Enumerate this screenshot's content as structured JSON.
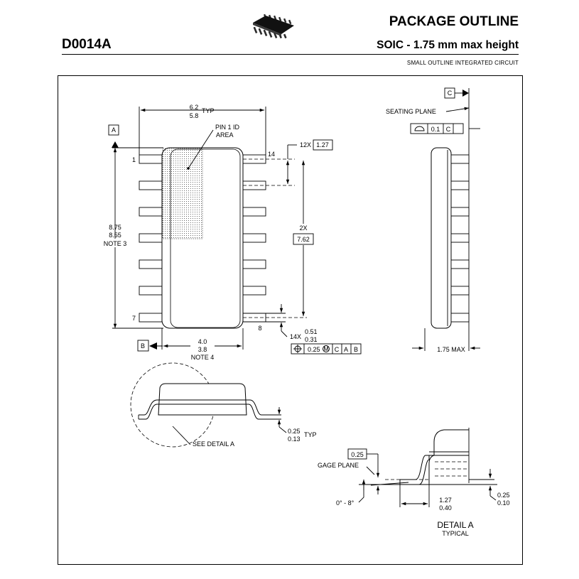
{
  "header": {
    "package_code": "D0014A",
    "title": "PACKAGE OUTLINE",
    "subtitle": "SOIC - 1.75 mm max height",
    "description": "SMALL OUTLINE INTEGRATED CIRCUIT"
  },
  "top_view": {
    "datum_a": "A",
    "datum_b": "B",
    "width_max": "6.2",
    "width_min": "5.8",
    "width_suffix": "TYP",
    "pin1_label_1": "PIN 1 ID",
    "pin1_label_2": "AREA",
    "pin_1": "1",
    "pin_7": "7",
    "pin_8": "8",
    "pin_14": "14",
    "pitch_count": "12X",
    "pitch_value": "1.27",
    "span_count": "2X",
    "span_value": "7.62",
    "length_max": "8.75",
    "length_min": "8.55",
    "length_note": "NOTE 3",
    "body_width_max": "4.0",
    "body_width_min": "3.8",
    "body_width_note": "NOTE 4",
    "lead_width_count": "14X",
    "lead_width_max": "0.51",
    "lead_width_min": "0.31",
    "position_tolerance": "0.25",
    "position_modifier": "M",
    "ref_c": "C",
    "ref_a": "A",
    "ref_b": "B"
  },
  "side_view": {
    "datum_c": "C",
    "seating_plane": "SEATING PLANE",
    "flatness_value": "0.1",
    "flatness_ref": "C",
    "height_max": "1.75 MAX"
  },
  "end_view": {
    "lead_thickness_max": "0.25",
    "lead_thickness_min": "0.13",
    "lead_thickness_suffix": "TYP",
    "see_detail": "SEE DETAIL A"
  },
  "detail_a": {
    "gage_value": "0.25",
    "gage_plane": "GAGE PLANE",
    "angle": "0° - 8°",
    "foot_max": "1.27",
    "foot_min": "0.40",
    "standoff_max": "0.25",
    "standoff_min": "0.10",
    "title": "DETAIL A",
    "subtitle": "TYPICAL"
  }
}
